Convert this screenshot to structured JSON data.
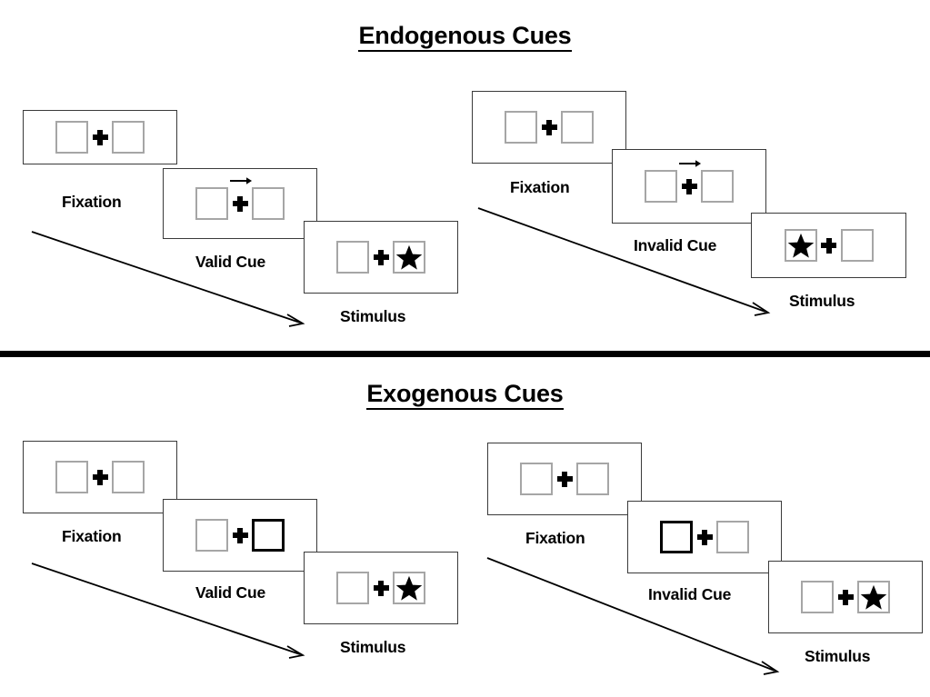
{
  "sections": [
    {
      "id": "endogenous",
      "title": "Endogenous Cues",
      "panels": [
        {
          "id": "endogenous-valid",
          "frames": [
            {
              "label": "Fixation",
              "cue": "none",
              "left_content": "empty",
              "right_content": "empty"
            },
            {
              "label": "Valid Cue",
              "cue": "arrow-right",
              "left_content": "empty",
              "right_content": "empty"
            },
            {
              "label": "Stimulus",
              "cue": "none",
              "left_content": "empty",
              "right_content": "star"
            }
          ]
        },
        {
          "id": "endogenous-invalid",
          "frames": [
            {
              "label": "Fixation",
              "cue": "none",
              "left_content": "empty",
              "right_content": "empty"
            },
            {
              "label": "Invalid Cue",
              "cue": "arrow-right",
              "left_content": "empty",
              "right_content": "empty"
            },
            {
              "label": "Stimulus",
              "cue": "none",
              "left_content": "star",
              "right_content": "empty"
            }
          ]
        }
      ]
    },
    {
      "id": "exogenous",
      "title": "Exogenous Cues",
      "panels": [
        {
          "id": "exogenous-valid",
          "frames": [
            {
              "label": "Fixation",
              "cue": "none",
              "left_content": "empty",
              "right_content": "empty"
            },
            {
              "label": "Valid Cue",
              "cue": "box-flash-right",
              "left_content": "empty",
              "right_content": "empty"
            },
            {
              "label": "Stimulus",
              "cue": "none",
              "left_content": "empty",
              "right_content": "star"
            }
          ]
        },
        {
          "id": "exogenous-invalid",
          "frames": [
            {
              "label": "Fixation",
              "cue": "none",
              "left_content": "empty",
              "right_content": "empty"
            },
            {
              "label": "Invalid Cue",
              "cue": "box-flash-left",
              "left_content": "empty",
              "right_content": "empty"
            },
            {
              "label": "Stimulus",
              "cue": "none",
              "left_content": "empty",
              "right_content": "star"
            }
          ]
        }
      ]
    }
  ],
  "colors": {
    "stroke": "#000000",
    "frame_border": "#3a3a3a",
    "placeholder_border": "#a6a6a6",
    "background": "#ffffff"
  }
}
